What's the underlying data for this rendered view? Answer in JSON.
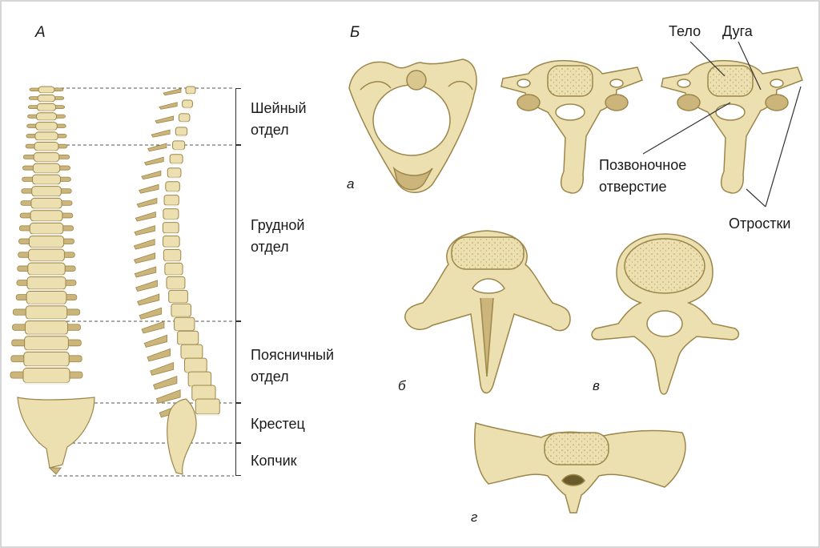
{
  "panels": {
    "a_main": "А",
    "b_main": "Б"
  },
  "regions": [
    {
      "id": "cervical",
      "line1": "Шейный",
      "line2": "отдел"
    },
    {
      "id": "thoracic",
      "line1": "Грудной",
      "line2": "отдел"
    },
    {
      "id": "lumbar",
      "line1": "Поясничный",
      "line2": "отдел"
    },
    {
      "id": "sacrum",
      "line1": "Крестец",
      "line2": ""
    },
    {
      "id": "coccyx",
      "line1": "Копчик",
      "line2": ""
    }
  ],
  "sub_labels": {
    "a": "а",
    "b": "б",
    "v": "в",
    "g": "г"
  },
  "callouts": {
    "body": "Тело",
    "arch": "Дуга",
    "foramen_line1": "Позвоночное",
    "foramen_line2": "отверстие",
    "processes": "Отростки"
  },
  "colors": {
    "bone": "#ede0b0",
    "bone_shade": "#cbb57a",
    "bone_dark": "#9c864a",
    "body_fill": "#e9dcaa",
    "disc": "#f4f1e8"
  }
}
